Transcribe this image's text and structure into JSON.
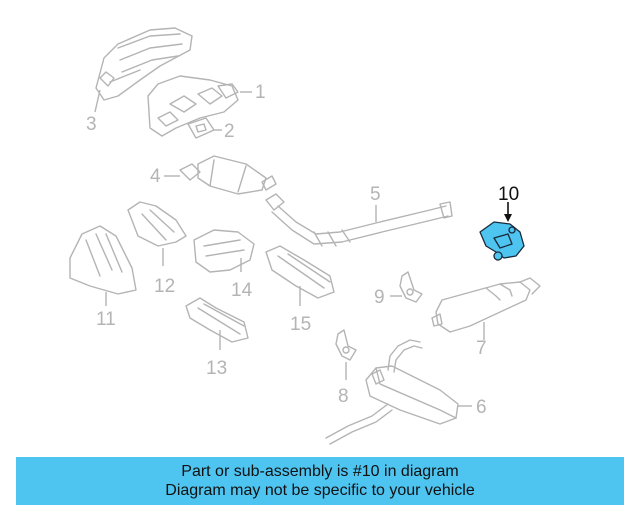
{
  "diagram": {
    "callouts": {
      "c1": "1",
      "c2": "2",
      "c3": "3",
      "c4": "4",
      "c5": "5",
      "c6": "6",
      "c7": "7",
      "c8": "8",
      "c9": "9",
      "c10": "10",
      "c11": "11",
      "c12": "12",
      "c13": "13",
      "c14": "14",
      "c15": "15"
    },
    "highlighted_part": "10",
    "colors": {
      "highlight": "#4ec4f0",
      "linework": "#b4b4b4"
    }
  },
  "banner": {
    "line1": "Part or sub-assembly is #10 in diagram",
    "line2": "Diagram may not be specific to your vehicle"
  }
}
